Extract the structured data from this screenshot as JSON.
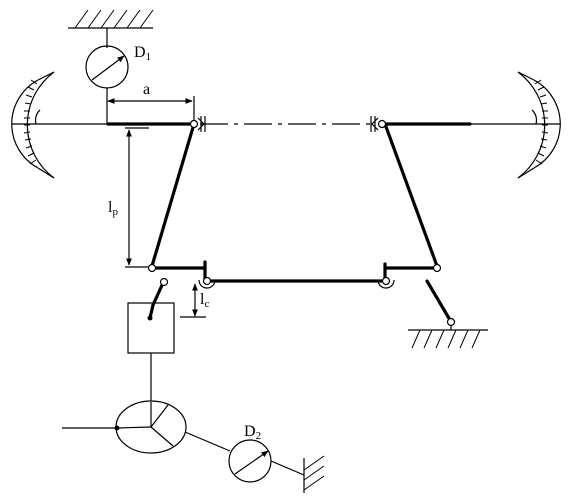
{
  "labels": {
    "gauge_top": "D",
    "gauge_top_sub": "1",
    "gauge_bottom": "D",
    "gauge_bottom_sub": "2",
    "dim_a": "a",
    "dim_lp": "l",
    "dim_lp_sub": "p",
    "dim_lc": "l",
    "dim_lc_sub": "c"
  }
}
